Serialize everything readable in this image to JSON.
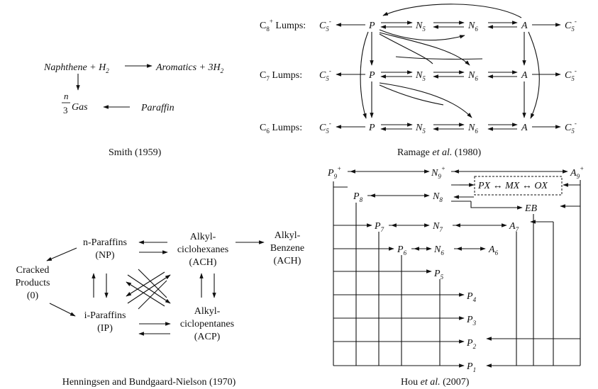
{
  "smith": {
    "line1_left": "Naphthene + H",
    "sub2": "2",
    "line1_right": "Aromatics + 3H",
    "frac_num": "n",
    "frac_den": "3",
    "gas": "Gas",
    "paraffin": "Paraffin",
    "caption": "Smith (1959)"
  },
  "ramage": {
    "rows": [
      {
        "label_main": "C",
        "label_sub": "8",
        "label_sup": "+",
        "label_tail": " Lumps:"
      },
      {
        "label_main": "C",
        "label_sub": "7",
        "label_sup": "",
        "label_tail": " Lumps:"
      },
      {
        "label_main": "C",
        "label_sub": "6",
        "label_sup": "",
        "label_tail": " Lumps:"
      }
    ],
    "c5": "C",
    "c5_sub": "5",
    "c5_sup": "-",
    "p": "P",
    "n": "N",
    "n5_sub": "5",
    "n6_sub": "6",
    "a": "A",
    "caption_pre": "Ramage ",
    "caption_it": "et al.",
    "caption_post": " (1980)"
  },
  "hennings": {
    "np1": "n-Paraffins",
    "np2": "(NP)",
    "ach1": "Alkyl-",
    "ach2": "ciclohexanes",
    "ach3": "(ACH)",
    "ab1": "Alkyl-",
    "ab2": "Benzene",
    "ab3": "(ACH)",
    "cr1": "Cracked",
    "cr2": "Products",
    "cr3": "(0)",
    "ip1": "i-Paraffins",
    "ip2": "(IP)",
    "acp1": "Alkyl-",
    "acp2": "ciclopentanes",
    "acp3": "(ACP)",
    "caption": "Henningsen and Bundgaard-Nielson (1970)"
  },
  "hou": {
    "p9": "P",
    "p9_sub": "9",
    "n9": "N",
    "n9_sub": "9",
    "a9": "A",
    "a9_sub": "9",
    "plus": "+",
    "px_group": "PX ↔ MX ↔ OX",
    "p8": "P",
    "p8_sub": "8",
    "n8": "N",
    "n8_sub": "8",
    "eb": "EB",
    "p7": "P",
    "p7_sub": "7",
    "n7": "N",
    "n7_sub": "7",
    "a7": "A",
    "a7_sub": "7",
    "p6": "P",
    "p6_sub": "6",
    "n6": "N",
    "n6_sub": "6",
    "a6": "A",
    "a6_sub": "6",
    "p5": "P",
    "p5_sub": "5",
    "p4": "P",
    "p4_sub": "4",
    "p3": "P",
    "p3_sub": "3",
    "p2": "P",
    "p2_sub": "2",
    "p1": "P",
    "p1_sub": "1",
    "caption_pre": "Hou ",
    "caption_it": "et al.",
    "caption_post": " (2007)"
  }
}
